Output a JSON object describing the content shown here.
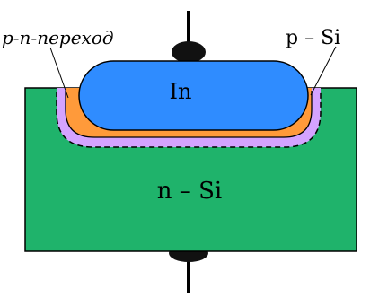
{
  "labels": {
    "pn_junction": "p-n-переход",
    "p_si": "p – Si",
    "in": "In",
    "n_si": "n – Si"
  },
  "colors": {
    "substrate": "#1fb36b",
    "indium": "#2f8cff",
    "p_region": "#ff9a3a",
    "junction": "#d4a3ff",
    "contacts": "#111111",
    "outline": "#000000"
  }
}
